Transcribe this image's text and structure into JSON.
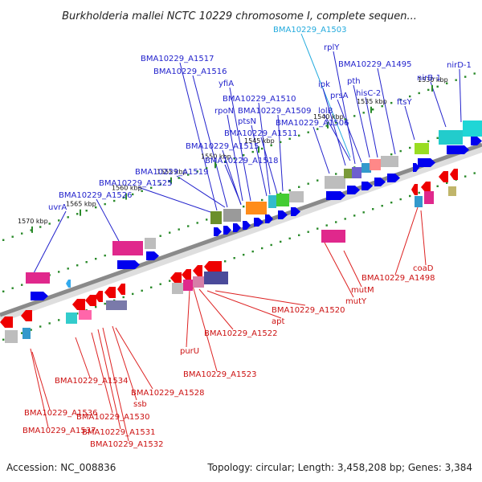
{
  "header": {
    "title": "Burkholderia mallei NCTC 10229 chromosome I, complete sequen..."
  },
  "footer": {
    "accession": "Accession: NC_008836",
    "summary": "Topology: circular; Length: 3,458,208 bp; Genes: 3,384"
  },
  "map": {
    "backbone_color": "#8a8a8a",
    "tick_color": "#2a8a2a",
    "forward_gene_color": "#0000ee",
    "reverse_gene_color": "#ee0000",
    "ticks": [
      {
        "label": "1570 kbp"
      },
      {
        "label": "1565 kbp"
      },
      {
        "label": "1560 kbp"
      },
      {
        "label": "1555 kbp"
      },
      {
        "label": "1550 kbp"
      },
      {
        "label": "1545 kbp"
      },
      {
        "label": "1540 kbp"
      },
      {
        "label": "1535 kbp"
      },
      {
        "label": "1530 kbp"
      }
    ],
    "forward_labels": [
      {
        "text": "BMA10229_A1503",
        "color": "#22aadd"
      },
      {
        "text": "rplY"
      },
      {
        "text": "BMA10229_A1495"
      },
      {
        "text": "nirD-1"
      },
      {
        "text": "BMA10229_A1517"
      },
      {
        "text": "BMA10229_A1516"
      },
      {
        "text": "yfiA"
      },
      {
        "text": "ipk"
      },
      {
        "text": "pth"
      },
      {
        "text": "prsA"
      },
      {
        "text": "hisC-2"
      },
      {
        "text": "ftsY"
      },
      {
        "text": "nirB-1"
      },
      {
        "text": "BMA10229_A1510"
      },
      {
        "text": "rpoN"
      },
      {
        "text": "BMA10229_A1509"
      },
      {
        "text": "lolB"
      },
      {
        "text": "ptsN"
      },
      {
        "text": "BMA10229_A1506"
      },
      {
        "text": "BMA10229_A1511"
      },
      {
        "text": "BMA10229_A1515"
      },
      {
        "text": "BMA10229_A1518"
      },
      {
        "text": "BMA10229_A1519"
      },
      {
        "text": "BMA10229_A1525"
      },
      {
        "text": "BMA10229_A1526"
      },
      {
        "text": "uvrA"
      }
    ],
    "reverse_labels": [
      {
        "text": "coaD"
      },
      {
        "text": "BMA10229_A1498"
      },
      {
        "text": "mutM"
      },
      {
        "text": "mutY"
      },
      {
        "text": "BMA10229_A1520"
      },
      {
        "text": "apt"
      },
      {
        "text": "BMA10229_A1522"
      },
      {
        "text": "purU"
      },
      {
        "text": "BMA10229_A1523"
      },
      {
        "text": "BMA10229_A1534"
      },
      {
        "text": "BMA10229_A1528"
      },
      {
        "text": "ssb"
      },
      {
        "text": "BMA10229_A1536"
      },
      {
        "text": "BMA10229_A1530"
      },
      {
        "text": "BMA10229_A1537"
      },
      {
        "text": "BMA10229_A1531"
      },
      {
        "text": "BMA10229_A1532"
      }
    ]
  }
}
